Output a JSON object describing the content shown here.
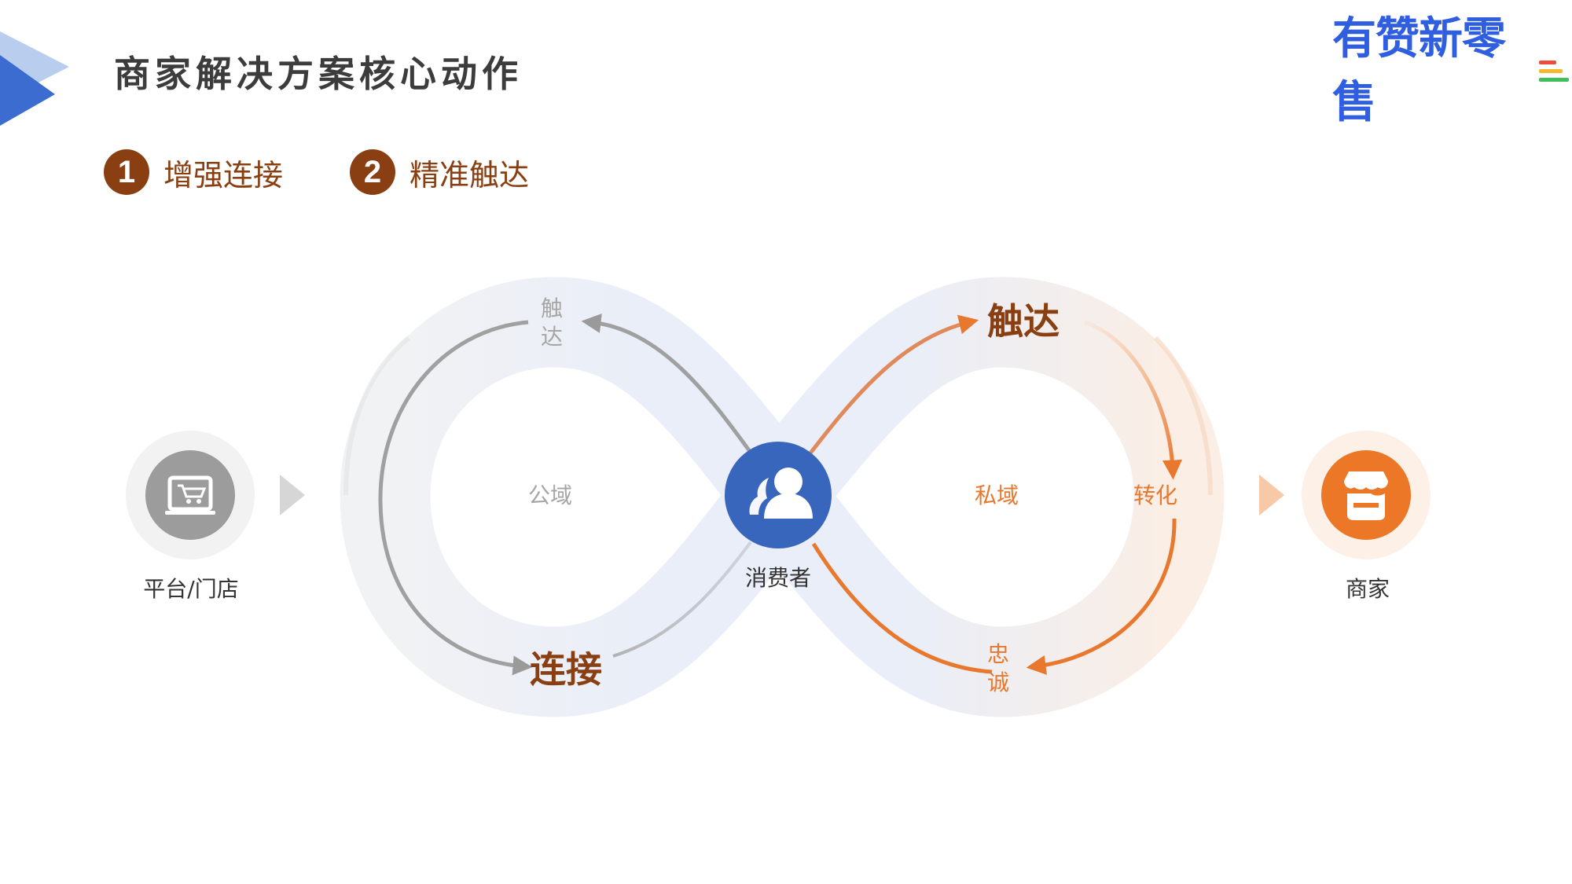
{
  "header": {
    "title": "商家解决方案核心动作",
    "logo_text": "有赞新零售"
  },
  "actions": [
    {
      "num": "1",
      "label": "增强连接"
    },
    {
      "num": "2",
      "label": "精准触达"
    }
  ],
  "diagram": {
    "left_node": {
      "label": "平台/门店",
      "icon": "shopping-cart-icon"
    },
    "center_node": {
      "label": "消费者",
      "icon": "user-group-icon"
    },
    "right_node": {
      "label": "商家",
      "icon": "storefront-icon"
    },
    "left_loop": {
      "zone": "公域",
      "top_label_1": "触",
      "top_label_2": "达",
      "bottom_label": "连接"
    },
    "right_loop": {
      "zone": "私域",
      "top_label": "触达",
      "side_label": "转化",
      "bottom_label_1": "忠",
      "bottom_label_2": "诚"
    }
  },
  "colors": {
    "brown": "#8a3f12",
    "orange": "#e8782e",
    "blue": "#2f5fbf",
    "gray": "#a6a6a6",
    "logo_blue": "#2f5fe0"
  }
}
